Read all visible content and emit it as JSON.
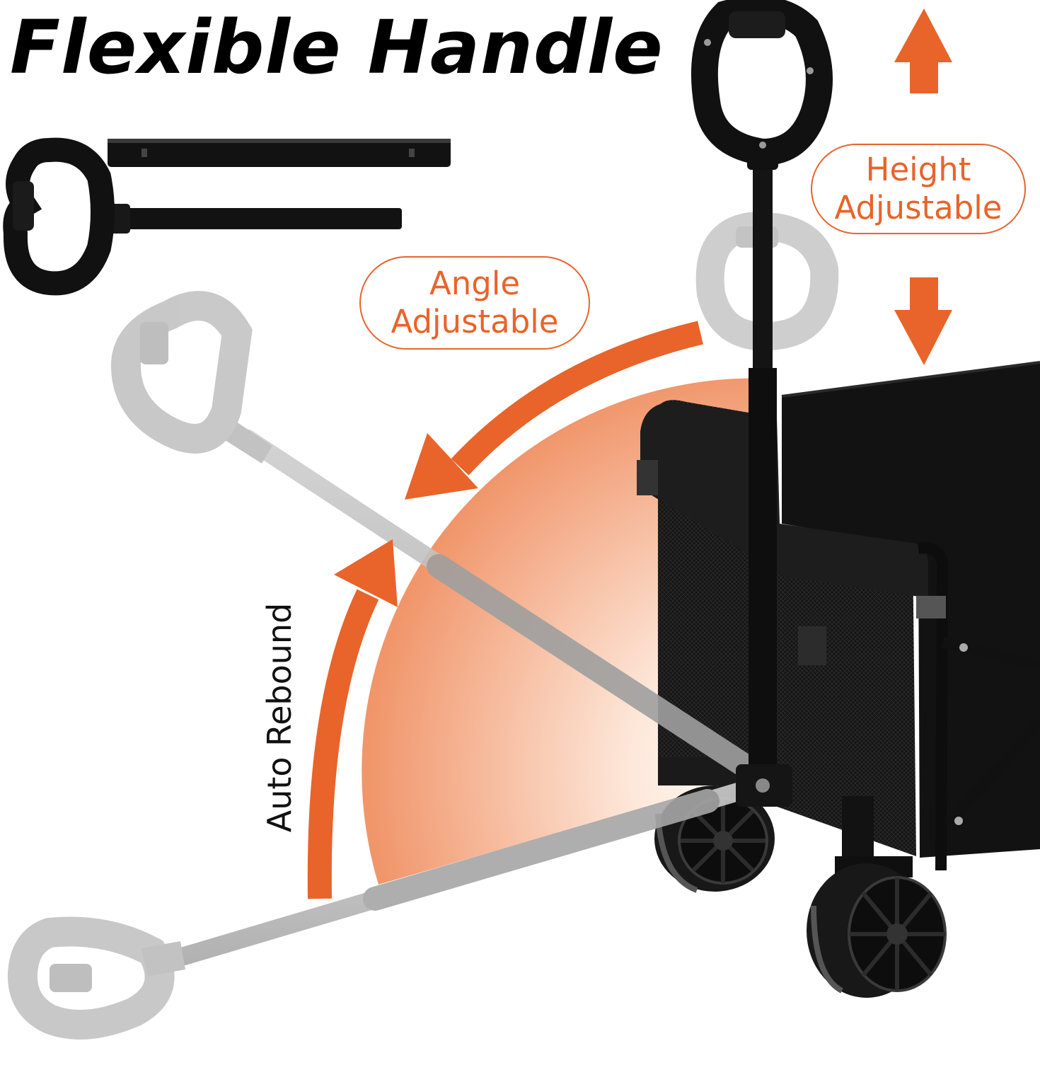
{
  "headline": "Flexible Handle",
  "labels": {
    "height_adjustable": [
      "Height",
      "Adjustable"
    ],
    "angle_adjustable": [
      "Angle",
      "Adjustable"
    ],
    "auto_rebound": "Auto Rebound"
  },
  "colors": {
    "accent": "#e8642a",
    "text": "#000000",
    "cart_body": "#161616",
    "ghost_handle": "#bdbdbd",
    "background": "#ffffff"
  }
}
